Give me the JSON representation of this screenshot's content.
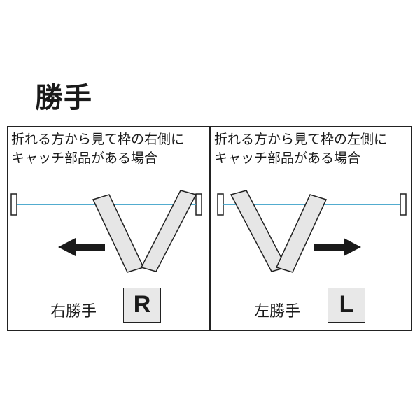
{
  "title": "勝手",
  "panels": [
    {
      "desc_line1": "折れる方から見て枠の右側に",
      "desc_line2": "キャッチ部品がある場合",
      "caption": "右勝手",
      "letter": "R",
      "arrow_direction": "left"
    },
    {
      "desc_line1": "折れる方から見て枠の左側に",
      "desc_line2": "キャッチ部品がある場合",
      "caption": "左勝手",
      "letter": "L",
      "arrow_direction": "right"
    }
  ],
  "colors": {
    "rail": "#3aa0c8",
    "door_fill": "#e6e6e6",
    "box_fill": "#e8e8e8",
    "stroke": "#222222"
  }
}
